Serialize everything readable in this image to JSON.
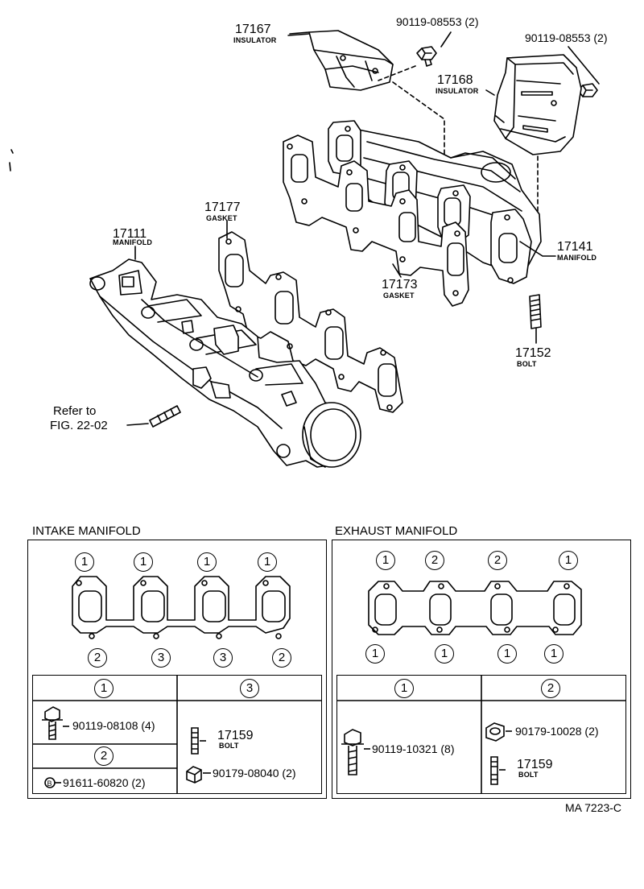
{
  "callouts": {
    "p17167": {
      "num": "17167",
      "name": "INSULATOR"
    },
    "p9011908553a": {
      "num": "90119-08553 (2)"
    },
    "p9011908553b": {
      "num": "90119-08553 (2)"
    },
    "p17168": {
      "num": "17168",
      "name": "INSULATOR"
    },
    "p17177": {
      "num": "17177",
      "name": "GASKET"
    },
    "p17111": {
      "num": "17111",
      "name": "MANIFOLD"
    },
    "p17141": {
      "num": "17141",
      "name": "MANIFOLD"
    },
    "p17173": {
      "num": "17173",
      "name": "GASKET"
    },
    "p17152": {
      "num": "17152",
      "name": "BOLT"
    },
    "refer": {
      "line1": "Refer to",
      "line2": "FIG. 22-02"
    }
  },
  "intake": {
    "title": "INTAKE MANIFOLD",
    "top_marks": [
      "1",
      "1",
      "1",
      "1"
    ],
    "bottom_marks": [
      "2",
      "3",
      "3",
      "2"
    ],
    "table": {
      "col1_head": "1",
      "col3_head": "3",
      "col2_head": "2",
      "c1_part": "90119-08108 (4)",
      "c2_part": "91611-60820 (2)",
      "c3_bolt_num": "17159",
      "c3_bolt_name": "BOLT",
      "c3_nut": "90179-08040 (2)"
    }
  },
  "exhaust": {
    "title": "EXHAUST MANIFOLD",
    "top_marks": [
      "1",
      "2",
      "2",
      "1"
    ],
    "bottom_marks": [
      "1",
      "1",
      "1",
      "1"
    ],
    "table": {
      "col1_head": "1",
      "col2_head": "2",
      "c1_part": "90119-10321 (8)",
      "c2_nut": "90179-10028 (2)",
      "c2_bolt_num": "17159",
      "c2_bolt_name": "BOLT"
    }
  },
  "figure_id": "MA 7223-C"
}
